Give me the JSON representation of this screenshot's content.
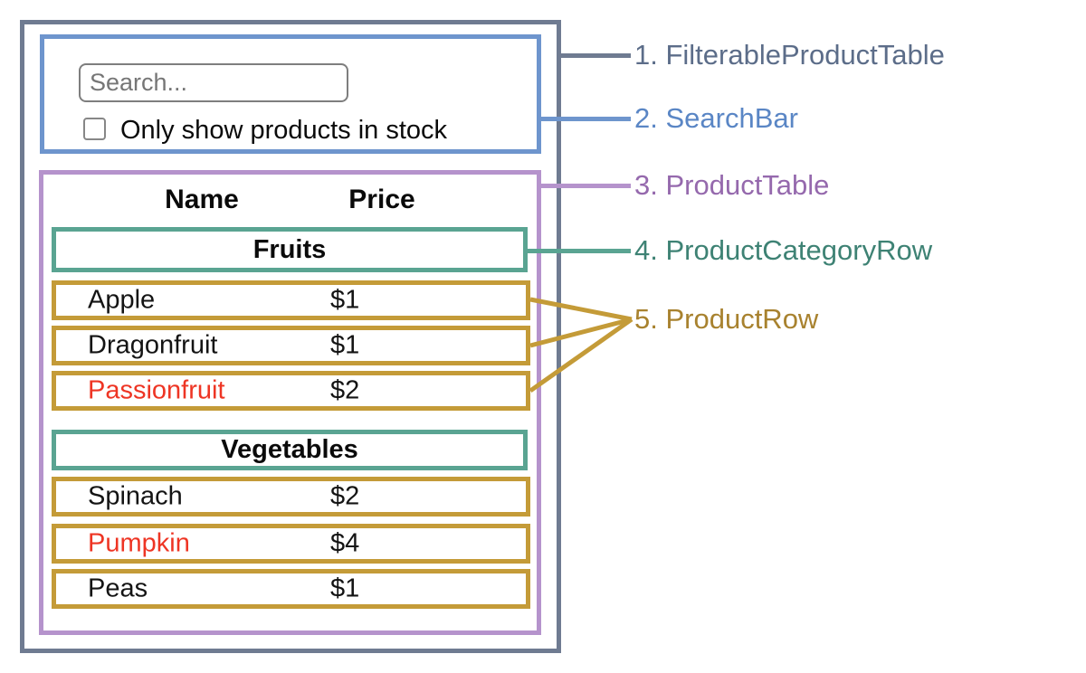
{
  "colors": {
    "outer_gray": "#6f7b91",
    "blue": "#6e95cd",
    "purple": "#b593cc",
    "teal": "#5aa492",
    "gold": "#c49b38",
    "red_text": "#ee3524"
  },
  "search_bar": {
    "placeholder": "Search...",
    "checkbox_label": "Only show products in stock",
    "checkbox_checked": false
  },
  "product_table": {
    "name_header": "Name",
    "price_header": "Price",
    "sections": [
      {
        "category": "Fruits",
        "rows": [
          {
            "name": "Apple",
            "price": "$1"
          },
          {
            "name": "Dragonfruit",
            "price": "$1"
          },
          {
            "name": "Passionfruit",
            "price": "$2",
            "name_color": "#ee3524"
          }
        ]
      },
      {
        "category": "Vegetables",
        "rows": [
          {
            "name": "Spinach",
            "price": "$2"
          },
          {
            "name": "Pumpkin",
            "price": "$4",
            "name_color": "#ee3524"
          },
          {
            "name": "Peas",
            "price": "$1"
          }
        ]
      }
    ]
  },
  "legend": [
    {
      "text": "1. FilterableProductTable",
      "color": "#5c6d89"
    },
    {
      "text": "2. SearchBar",
      "color": "#5a86c5"
    },
    {
      "text": "3. ProductTable",
      "color": "#9569ad"
    },
    {
      "text": "4. ProductCategoryRow",
      "color": "#3e8274"
    },
    {
      "text": "5. ProductRow",
      "color": "#a8822f"
    }
  ]
}
